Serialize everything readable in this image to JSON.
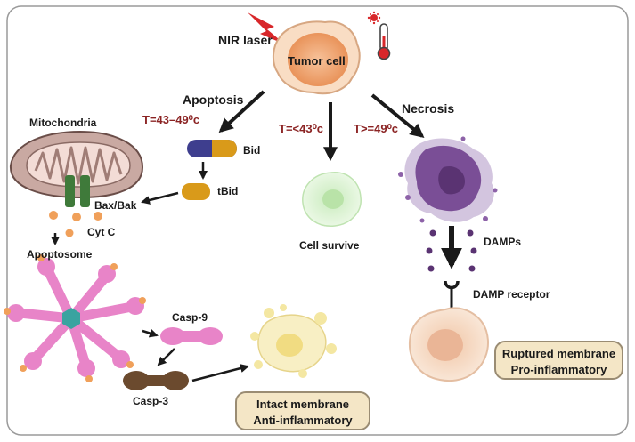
{
  "labels": {
    "nir_laser": "NIR laser",
    "tumor_cell": "Tumor cell",
    "apoptosis": "Apoptosis",
    "necrosis": "Necrosis",
    "temp_apoptosis": "T=43–49⁰c",
    "temp_survive": "T=<43⁰c",
    "temp_necrosis": "T>=49⁰c",
    "mitochondria": "Mitochondria",
    "bid": "Bid",
    "tbid": "tBid",
    "bax_bak": "Bax/Bak",
    "cyt_c": "Cyt C",
    "apoptosome": "Apoptosome",
    "casp9": "Casp-9",
    "casp3": "Casp-3",
    "cell_survive": "Cell survive",
    "damps": "DAMPs",
    "damp_receptor": "DAMP receptor"
  },
  "boxes": {
    "intact_line1": "Intact membrane",
    "intact_line2": "Anti-inflammatory",
    "ruptured_line1": "Ruptured membrane",
    "ruptured_line2": "Pro-inflammatory"
  },
  "icons": [
    "lightning-icon",
    "thermometer-icon",
    "virus-icon"
  ],
  "colors": {
    "frame": "#9a9a9a",
    "arrow": "#1a1a1a",
    "temperature_text": "#8b2323",
    "tumor_cell": "#f0a872",
    "mitochondria": "#c9a9a2",
    "bax_bak": "#3f7a3a",
    "cyt_c": "#f0a05a",
    "apoptosome_arm": "#e884c8",
    "apoptosome_center": "#3aa3a0",
    "bid_dark": "#3e3e8e",
    "bid_gold": "#d99a1a",
    "casp9": "#e884c8",
    "casp3": "#6b4a2e",
    "survive_cell": "#dff5d8",
    "necrotic_cell": "#7a4e96",
    "apoptotic_cell": "#f4e7a2",
    "receptor_cell": "#f6dcc8",
    "box_fill": "#f4e6c6",
    "lightning": "#d8272a"
  }
}
